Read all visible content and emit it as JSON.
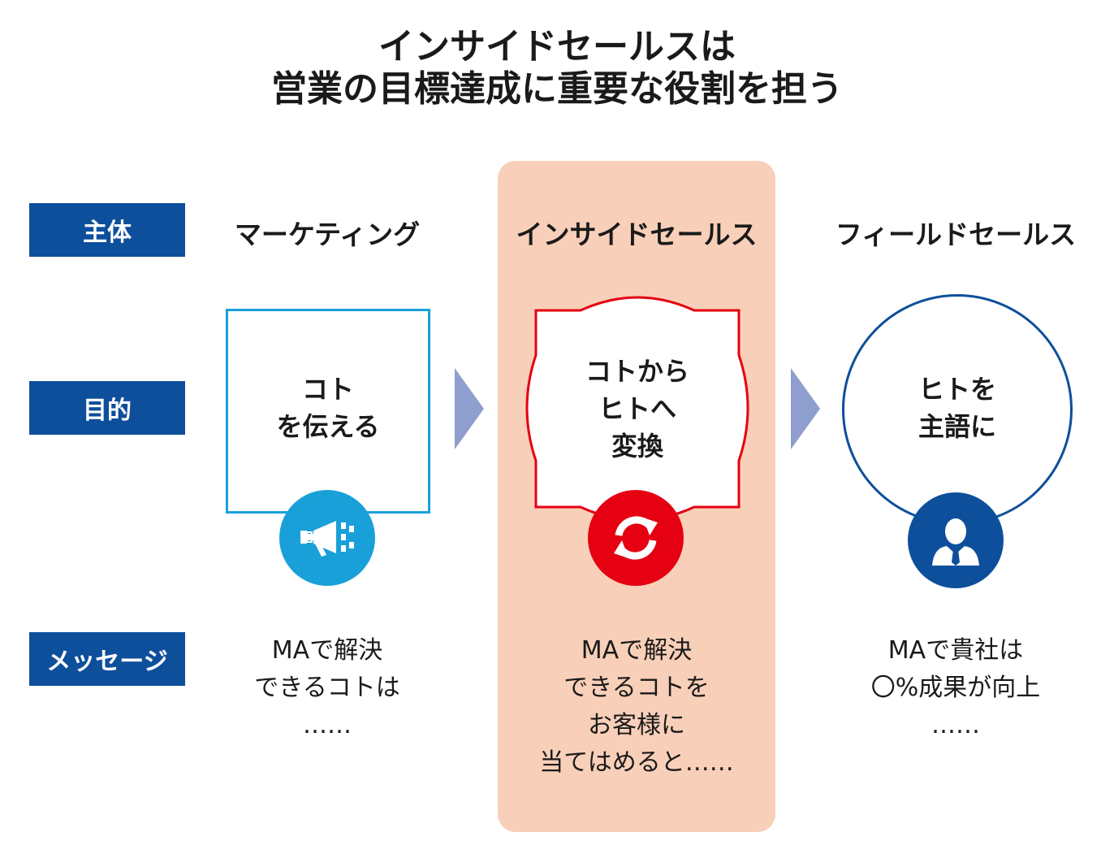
{
  "title": {
    "line1": "インサイドセールスは",
    "line2": "営業の目標達成に重要な役割を担う"
  },
  "row_labels": {
    "subject": "主体",
    "purpose": "目的",
    "message": "メッセージ"
  },
  "columns": {
    "marketing": {
      "head": "マーケティング",
      "purpose": [
        "コト",
        "を伝える"
      ],
      "message": [
        "MAで解決",
        "できるコトは",
        "……"
      ],
      "icon": "megaphone-icon"
    },
    "inside_sales": {
      "head": "インサイドセールス",
      "purpose": [
        "コトから",
        "ヒトへ",
        "変換"
      ],
      "message": [
        "MAで解決",
        "できるコトを",
        "お客様に",
        "当てはめると……"
      ],
      "icon": "refresh-icon"
    },
    "field_sales": {
      "head": "フィールドセールス",
      "purpose": [
        "ヒトを",
        "主語に"
      ],
      "message": [
        "MAで貴社は",
        "〇%成果が向上",
        "……"
      ],
      "icon": "person-icon"
    }
  },
  "colors": {
    "label_bg": "#0e4f9c",
    "highlight_bg": "#f8cfb8",
    "marketing": "#1aa0d8",
    "inside_sales": "#e50012",
    "field_sales": "#0e4f9c",
    "arrow": "#8e9fcf"
  }
}
